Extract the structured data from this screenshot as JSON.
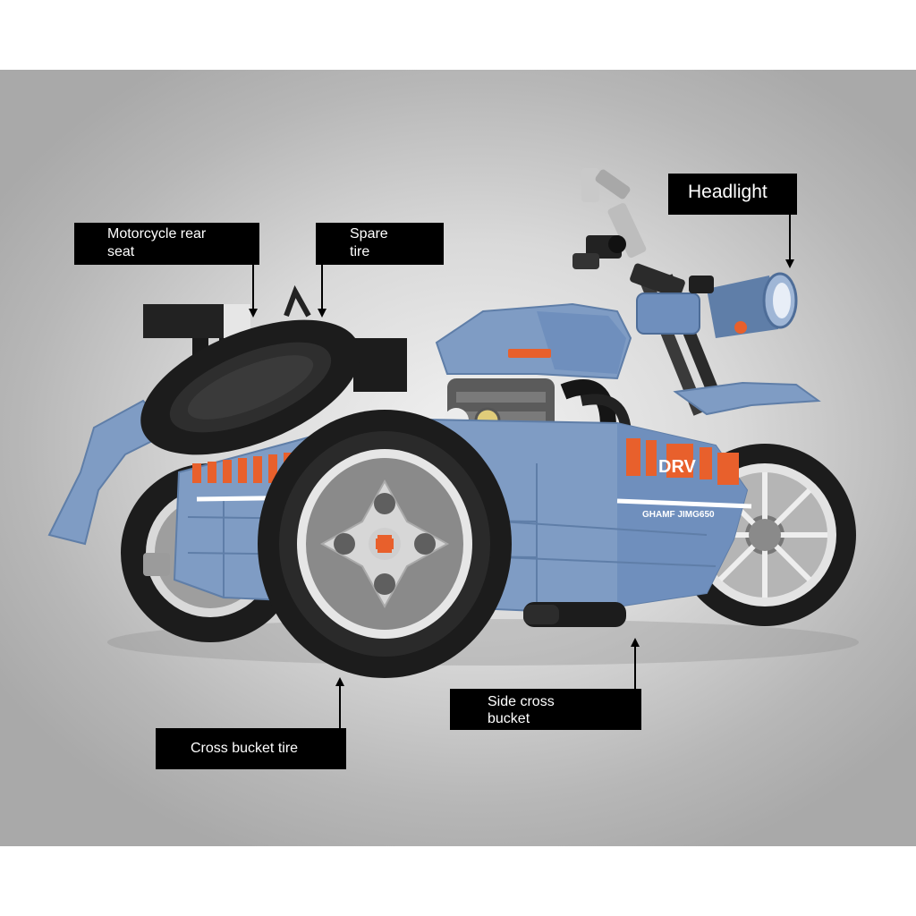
{
  "labels": {
    "motorcycle_rear_seat": {
      "line1": "Motorcycle rear",
      "line2": "seat"
    },
    "spare_tire": {
      "line1": "Spare",
      "line2": "tire"
    },
    "headlight": {
      "text": "Headlight"
    },
    "side_cross_bucket": {
      "line1": "Side cross",
      "line2": "bucket"
    },
    "cross_bucket_tire": {
      "text": "Cross bucket tire"
    }
  },
  "decals": {
    "brand": "DRV",
    "model": "GHAMF JIMG650"
  },
  "colors": {
    "body_blue": "#7f9cc4",
    "body_blue_dark": "#5f7ea8",
    "accent_orange": "#e8602c",
    "tire_black": "#1c1c1c",
    "background_gray": "#c4c4c4",
    "label_black": "#000000"
  }
}
